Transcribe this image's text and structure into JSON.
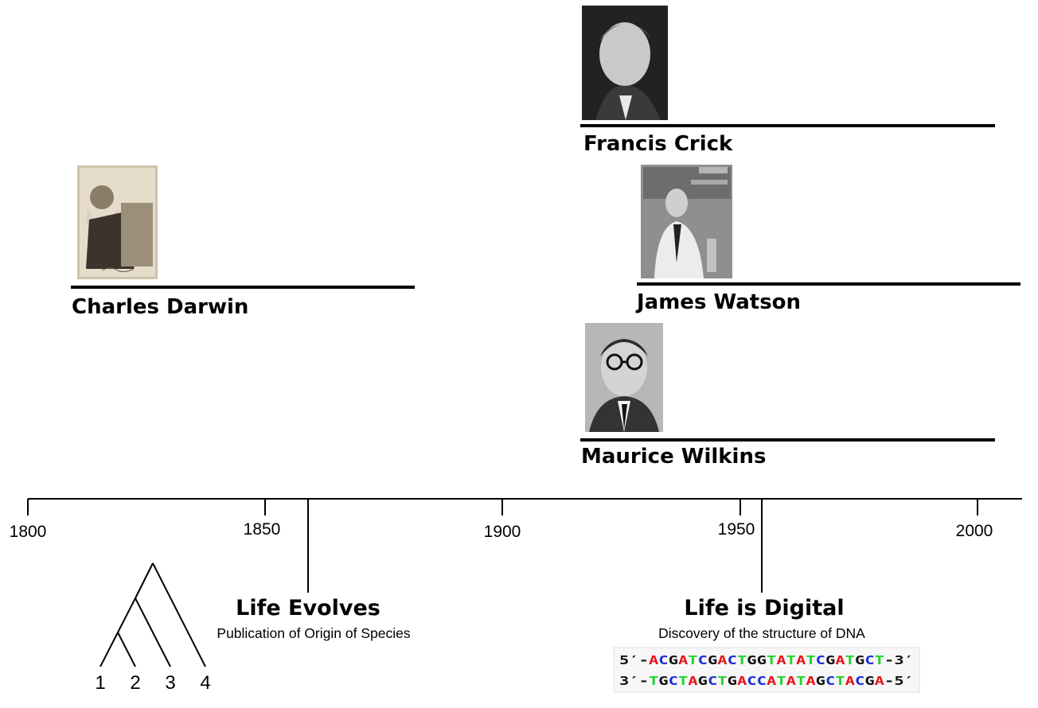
{
  "people": [
    {
      "id": "francis-crick",
      "name": "Francis Crick"
    },
    {
      "id": "james-watson",
      "name": "James Watson"
    },
    {
      "id": "charles-darwin",
      "name": "Charles Darwin"
    },
    {
      "id": "maurice-wilkins",
      "name": "Maurice Wilkins"
    }
  ],
  "timeline": {
    "ticks": [
      "1800",
      "1850",
      "1900",
      "1950",
      "2000"
    ]
  },
  "events": [
    {
      "title": "Life Evolves",
      "subtitle": "Publication of Origin of Species"
    },
    {
      "title": "Life is Digital",
      "subtitle": "Discovery of the structure of DNA"
    }
  ],
  "tree": {
    "leaves": [
      "1",
      "2",
      "3",
      "4"
    ]
  },
  "dna": {
    "strand_top": "5′-ACGATCGACTGGTATATCGATGCT-3′",
    "strand_bottom": "3′-TGCTAGCTGACCATATAGCTACGA-5′",
    "base_colors": {
      "A": "#e8141b",
      "C": "#1d2fd6",
      "G": "#111111",
      "T": "#22d42e"
    }
  }
}
